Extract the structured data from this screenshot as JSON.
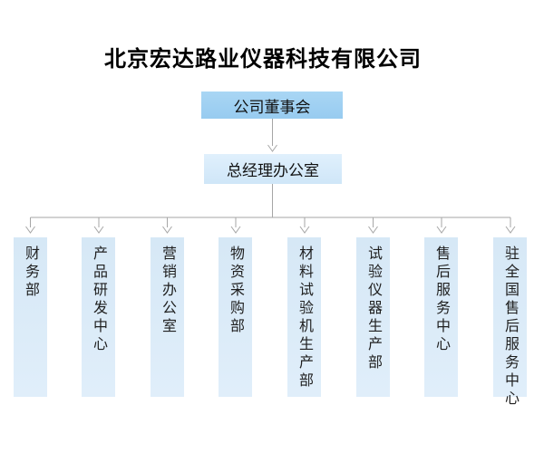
{
  "title": "北京宏达路业仪器科技有限公司",
  "org_chart": {
    "root": {
      "label": "公司董事会"
    },
    "level2": {
      "label": "总经理办公室"
    },
    "departments": [
      {
        "label": "财务部"
      },
      {
        "label": "产品研发中心"
      },
      {
        "label": "营销办公室"
      },
      {
        "label": "物资采购部"
      },
      {
        "label": "材料试验机生产部"
      },
      {
        "label": "试验仪器生产部"
      },
      {
        "label": "售后服务中心"
      },
      {
        "label": "驻全国售后服务中心"
      }
    ]
  },
  "colors": {
    "root_box_top": "#a9d6f4",
    "root_box_bottom": "#97cbf0",
    "secondary_box_top": "#e0f0fc",
    "secondary_box_bottom": "#cfe6f8",
    "dept_box_top": "#d6e8f6",
    "dept_box_bottom": "#e0eefa",
    "connector_line": "#a6a6a6",
    "title_text": "#000000",
    "node_text": "#1f1f1f"
  }
}
